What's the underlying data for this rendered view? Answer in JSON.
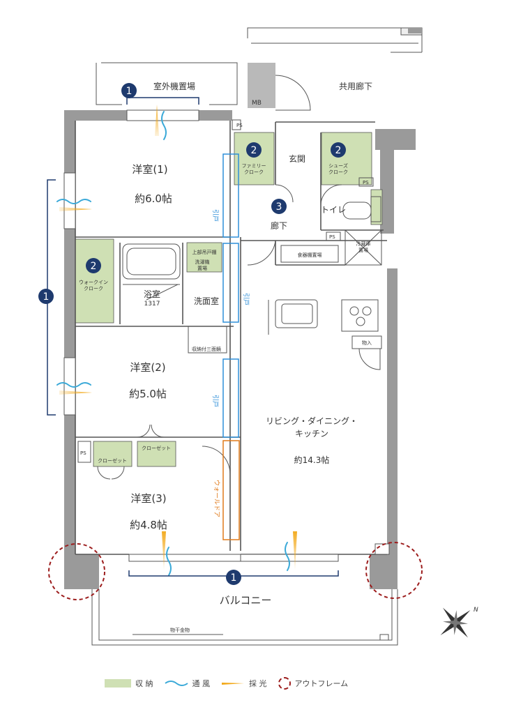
{
  "rooms": {
    "outdoor_unit": "室外機置場",
    "common_hall": "共用廊下",
    "mb": "MB",
    "ps": "PS",
    "western1_name": "洋室(1)",
    "western1_size": "約6.0帖",
    "western2_name": "洋室(2)",
    "western2_size": "約5.0帖",
    "western3_name": "洋室(3)",
    "western3_size": "約4.8帖",
    "family_closet_1": "ファミリー",
    "family_closet_2": "クローク",
    "entrance": "玄関",
    "shoes_closet_1": "シューズ",
    "shoes_closet_2": "クローク",
    "toilet": "トイレ",
    "hallway": "廊下",
    "walkin_1": "ウォークイン",
    "walkin_2": "クローク",
    "upper_shelf_1": "上部吊戸棚",
    "washer_1": "洗濯機",
    "washer_2": "置場",
    "bath_name": "浴室",
    "bath_size": "1317",
    "washroom": "洗面室",
    "storage_shelf": "収納付三面鏡",
    "ldk_1": "リビング・ダイニング・",
    "ldk_2": "キッチン",
    "ldk_size": "約14.3帖",
    "fridge_1": "冷蔵庫",
    "fridge_2": "置場",
    "cupboard": "食器棚置場",
    "storage": "物入",
    "closet": "クローゼット",
    "wall_door": "ウォールドア",
    "sliding_door": "引戸",
    "balcony": "バルコニー",
    "drying_rack": "物干金物"
  },
  "badges": {
    "ventilation": "1",
    "storage": "2",
    "hallway": "3"
  },
  "compass": "N",
  "legend": {
    "storage": "収 納",
    "ventilation": "通 風",
    "daylight": "採 光",
    "outframe": "アウトフレーム"
  },
  "colors": {
    "badge": "#1e3a6e",
    "storage_fill": "#cfe0b4",
    "sliding_outline": "#2f8fd8",
    "wall_door_outline": "#e07a1a",
    "outframe": "#9c1c1c",
    "wall": "#9a9a9a",
    "breeze": "#3aa9d8",
    "daylight": "#f2a818"
  }
}
